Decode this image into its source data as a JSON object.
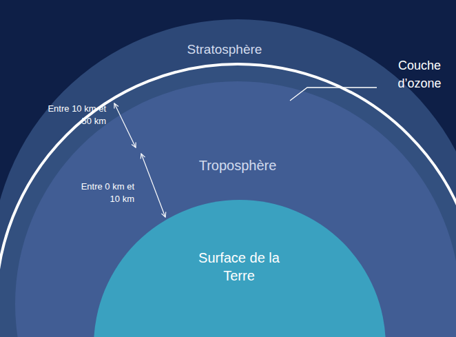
{
  "diagram": {
    "nodes": [
      {
        "text": [
          "Stratosphère"
        ]
      },
      {
        "text": [
          "Troposphère"
        ]
      },
      {
        "text": [
          "Surface de la Terre"
        ]
      }
    ],
    "labels": [
      "Couche d’ozone",
      "Entre 10 km et 50 km",
      "Entre 0 km et 10 km"
    ]
  }
}
